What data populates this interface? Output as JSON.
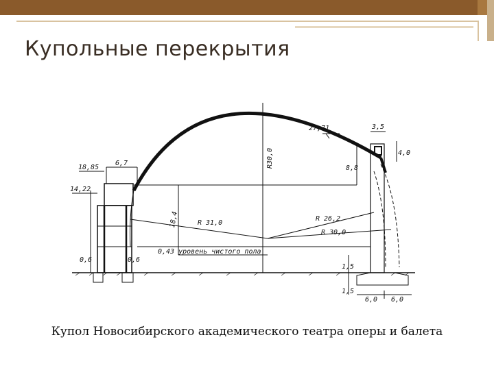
{
  "slide": {
    "title": "Купольные перекрытия",
    "caption": "Купол Новосибирского академического театра оперы и балета"
  },
  "drawing": {
    "labels": {
      "h_1885": "18,85",
      "h_1422": "14,22",
      "w_67": "6,7",
      "top_2771": "27,71",
      "w_35": "3,5",
      "h_40": "4,0",
      "h_88": "8,8",
      "r300": "R30,0",
      "h_184": "18,4",
      "r310": "R 31,0",
      "r262": "R 26,2",
      "r300b": "R 30,0",
      "level_text": "0,43  уровень чистого пола",
      "h_06a": "0,6",
      "h_06b": "0,6",
      "h_15a": "1,5",
      "h_15b": "1,5",
      "w_60a": "6,0",
      "w_60b": "6,0"
    }
  },
  "colors": {
    "band": "#8a5a2b",
    "title": "#3a2e24",
    "ink": "#111111"
  }
}
